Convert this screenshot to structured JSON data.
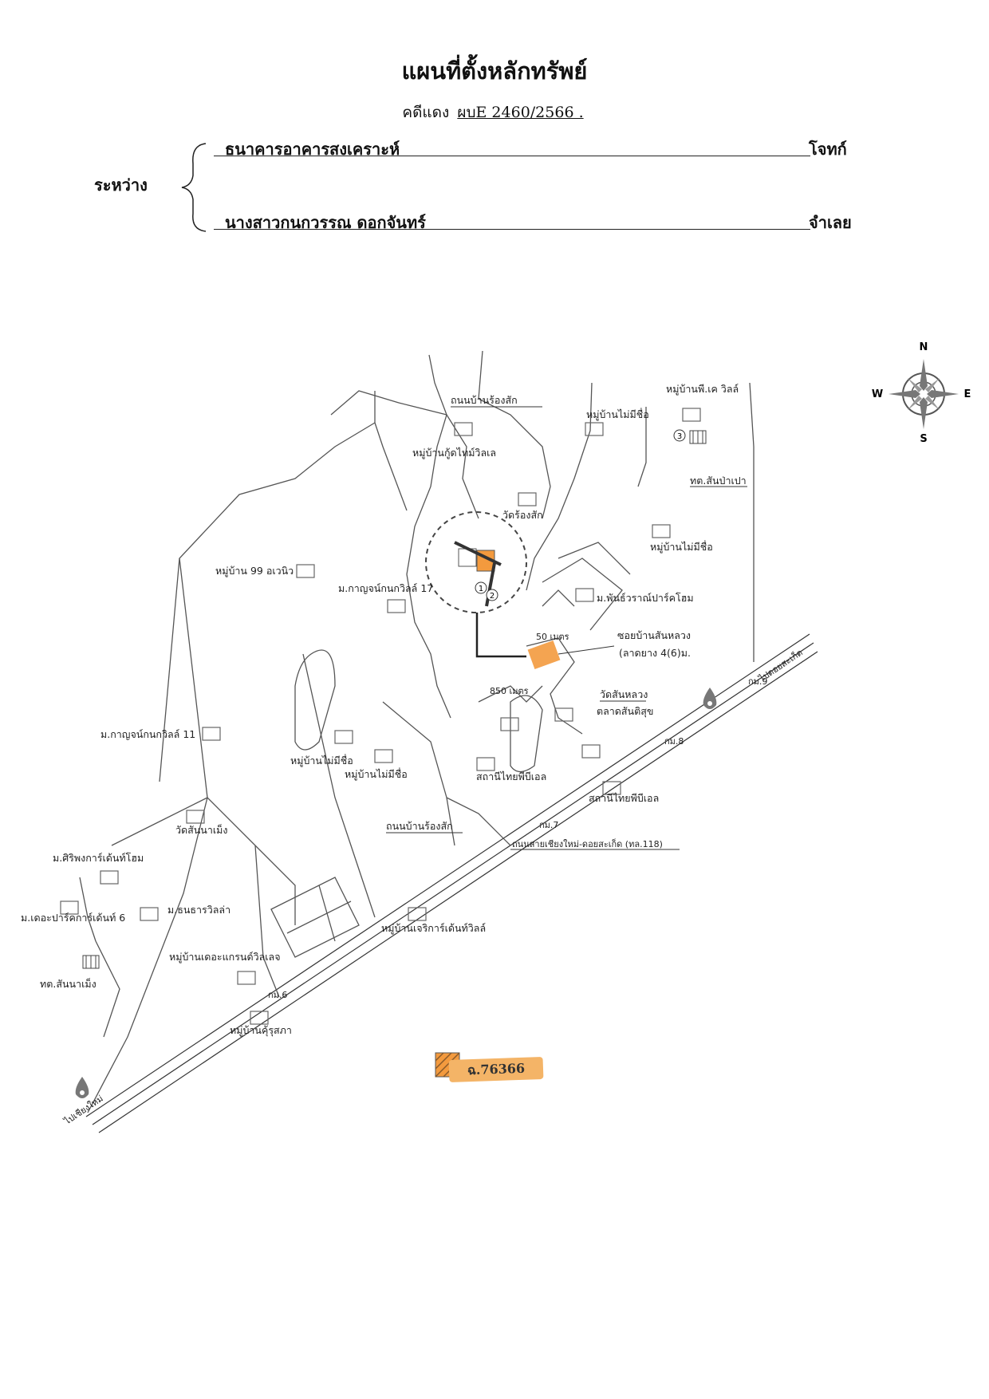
{
  "header": {
    "title": "แผนที่ตั้งหลักทรัพย์",
    "case_label": "คดีแดง",
    "case_number": "ผบE 2460/2566 ."
  },
  "parties": {
    "between_label": "ระหว่าง",
    "plaintiff": "ธนาคารอาคารสงเคราะห์",
    "plaintiff_role": "โจทก์",
    "defendant": "นางสาวกนกวรรณ  ดอกจันทร์",
    "defendant_role": "จำเลย"
  },
  "compass": {
    "north": "N",
    "south": "S",
    "east": "E",
    "west": "W"
  },
  "map": {
    "labels": {
      "road_rongsak_top": "ถนนบ้านร้องสัก",
      "village_pk": "หมู่บ้านพี.เค วิลล์",
      "village_maimeechue_1": "หมู่บ้านไม่มีชื่อ",
      "village_goodtime": "หมู่บ้านกู้ดไทม์วิลเล",
      "wat_rongsak": "วัดร้องสัก",
      "tambon_office_1": "ทต.สันป่าเปา",
      "village_maimeechue_2": "หมู่บ้านไม่มีชื่อ",
      "village_99": "หมู่บ้าน 99 อเวนิว",
      "kanjanakanok_17": "ม.กาญจน์กนกวิลล์ 17",
      "pansuwan_park": "ม.พันธ์วราณ์ปาร์คโฮม",
      "soi_baansanluang": "ซอยบ้านสันหลวง",
      "soi_paved": "(ลาดยาง 4(6)ม.",
      "dist_50": "50 เมตร",
      "dist_850": "850 เมตร",
      "wat_sanluang": "วัดสันหลวง",
      "market_sansuk": "ตลาดสันติสุข",
      "km9": "กม.9",
      "to_doisaket": "ไปดอยสะเก็ด",
      "km8": "กม.8",
      "kanjanakanok_11": "ม.กาญจน์กนกวิลล์ 11",
      "village_maimeechue_3": "หมู่บ้านไม่มีชื่อ",
      "village_maimeechue_4": "หมู่บ้านไม่มีชื่อ",
      "ptt_1": "สถานีไทยพีบีเอล",
      "ptt_2": "สถานีไทยพีบีเอล",
      "wat_sannameng": "วัดสันนาเม็ง",
      "road_rongsak_bottom": "ถนนบ้านร้องสัก",
      "km7": "กม.7",
      "highway_118": "ถนนสายเชียงใหม่-ดอยสะเก็ด (ทล.118)",
      "siripong": "ม.ศิริพงการ์เด้นท์โฮม",
      "thanathan_villa": "ม.ธนธารวิลล่า",
      "the_park": "ม.เดอะปาร์คการ์เด้นท์ 6",
      "jariya_garden": "หมู่บ้านเจริการ์เด้นท์วิลล์",
      "grand_village": "หมู่บ้านเดอะแกรนด์วิลเลจ",
      "tambon_office_2": "ทต.สันนาเม็ง",
      "km6": "กม.6",
      "kunsuphap": "หมู่บ้านคุ้รุสภา",
      "to_chiangmai": "ไปเชียงใหม่"
    },
    "markers": [
      "1",
      "2",
      "3"
    ],
    "property_color": "#f39a3e",
    "legend_label": "ฉ.76366",
    "accent_color": "#f4b467"
  }
}
